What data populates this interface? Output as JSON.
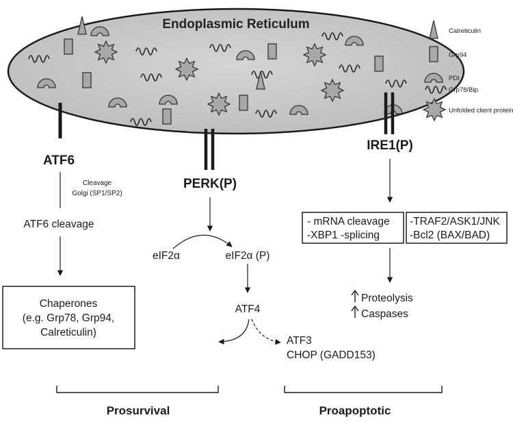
{
  "title": "Endoplasmic Reticulum",
  "legend": [
    {
      "icon": "calreticulin-icon",
      "label": "Calreticulin"
    },
    {
      "icon": "grp94-icon",
      "label": "Grp94"
    },
    {
      "icon": "pdi-icon",
      "label": "PDI"
    },
    {
      "icon": "grp78-bip-icon",
      "label": "Grp78/Bip"
    },
    {
      "icon": "unfolded-client-protein-icon",
      "label": "Unfolded client protein"
    }
  ],
  "sensors": {
    "atf6": "ATF6",
    "perk": "PERK(P)",
    "ire1": "IRE1(P)"
  },
  "atf6_branch": {
    "cleavage_note_1": "Cleavage",
    "cleavage_note_2": "Golgi (SP1/SP2)",
    "step": "ATF6 cleavage",
    "box_line_1": "Chaperones",
    "box_line_2": "(e.g. Grp78, Grp94,",
    "box_line_3": "Calreticulin)"
  },
  "perk_branch": {
    "eif2a": "eIF2α",
    "eif2a_p": "eIF2α (P)",
    "atf4": "ATF4",
    "target_1": "ATF3",
    "target_2": "CHOP (GADD153)"
  },
  "ire1_branch": {
    "box1_line_1": "- mRNA cleavage",
    "box1_line_2": "-XBP1 -splicing",
    "box2_line_1": "-TRAF2/ASK1/JNK",
    "box2_line_2": "-Bcl2 (BAX/BAD)",
    "outcome_1": "Proteolysis",
    "outcome_2": "Caspases"
  },
  "outcomes": {
    "prosurvival": "Prosurvival",
    "proapoptotic": "Proapoptotic"
  }
}
